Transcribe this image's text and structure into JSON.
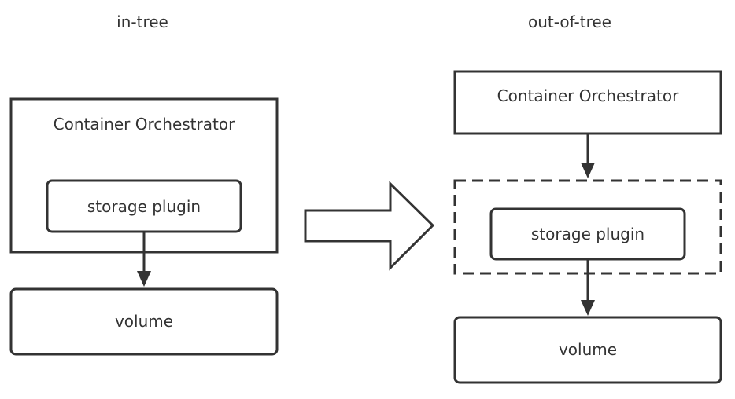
{
  "in_tree": {
    "heading": "in-tree",
    "orchestrator_label": "Container Orchestrator",
    "plugin_label": "storage plugin",
    "volume_label": "volume"
  },
  "out_of_tree": {
    "heading": "out-of-tree",
    "orchestrator_label": "Container Orchestrator",
    "plugin_label": "storage plugin",
    "volume_label": "volume"
  },
  "colors": {
    "stroke": "#333333",
    "text": "#333333",
    "background": "#ffffff"
  }
}
